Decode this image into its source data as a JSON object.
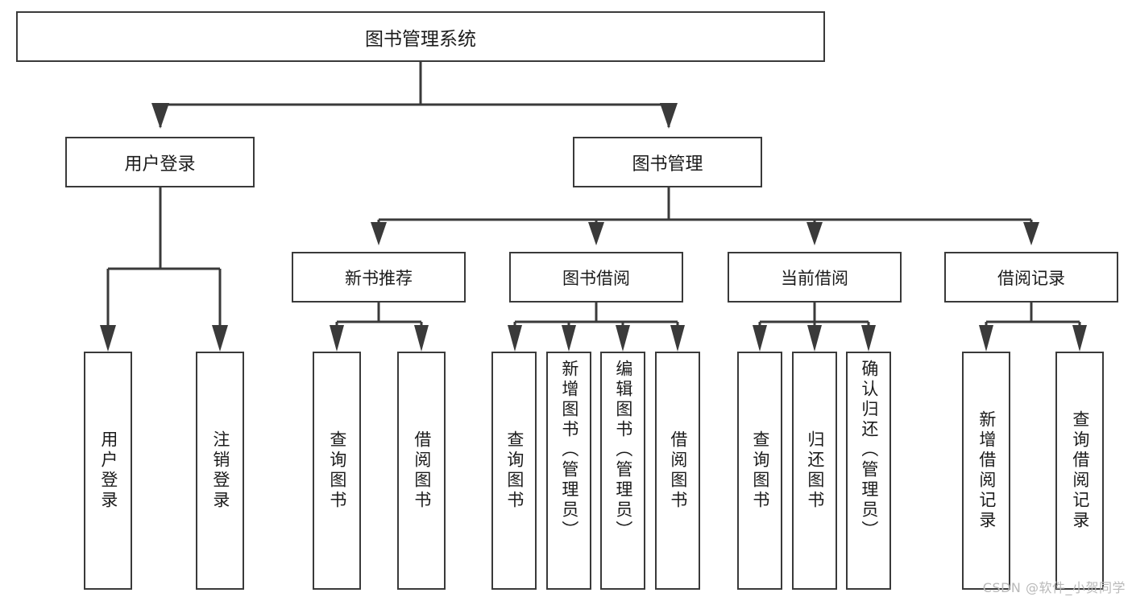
{
  "diagram": {
    "title": "图书管理系统",
    "watermark": "CSDN @软件_小贺同学",
    "root": {
      "label": "图书管理系统"
    },
    "level2": [
      {
        "label": "用户登录"
      },
      {
        "label": "图书管理"
      }
    ],
    "level3": [
      {
        "label": "新书推荐"
      },
      {
        "label": "图书借阅"
      },
      {
        "label": "当前借阅"
      },
      {
        "label": "借阅记录"
      }
    ],
    "leaves": {
      "user_login": [
        {
          "label": "用户登录"
        },
        {
          "label": "注销登录"
        }
      ],
      "new_book_recommend": [
        {
          "label": "查询图书"
        },
        {
          "label": "借阅图书"
        }
      ],
      "book_borrow": [
        {
          "label": "查询图书"
        },
        {
          "label": "新增图书（管理员）"
        },
        {
          "label": "编辑图书（管理员）"
        },
        {
          "label": "借阅图书"
        }
      ],
      "current_borrow": [
        {
          "label": "查询图书"
        },
        {
          "label": "归还图书"
        },
        {
          "label": "确认归还（管理员）"
        }
      ],
      "borrow_record": [
        {
          "label": "新增借阅记录"
        },
        {
          "label": "查询借阅记录"
        }
      ]
    }
  },
  "style": {
    "line_color": "#3a3a3a",
    "box_border": "#3a3a3a",
    "text_color": "#1b1b1b",
    "background": "#ffffff",
    "watermark_color": "#b9b9b9"
  }
}
